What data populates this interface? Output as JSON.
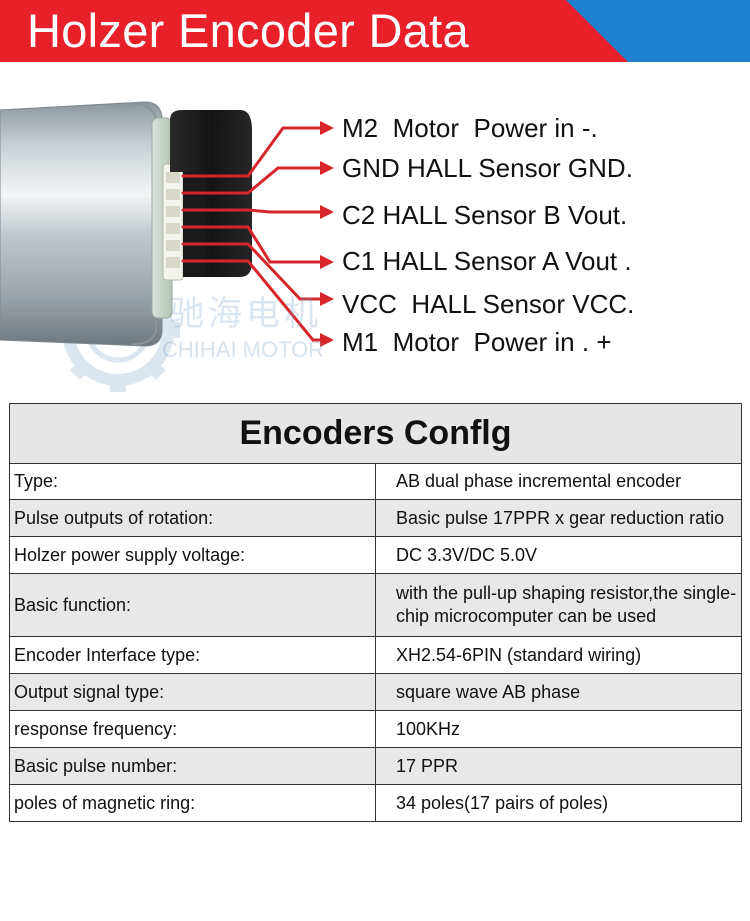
{
  "banner": {
    "title": "Holzer Encoder Data",
    "colors": {
      "red": "#e8202a",
      "blue": "#1e7fd1"
    }
  },
  "pins": [
    {
      "code": "M2",
      "desc": "Motor  Power in -."
    },
    {
      "code": "GND",
      "desc": "HALL Sensor GND."
    },
    {
      "code": "C2",
      "desc": "HALL Sensor B Vout."
    },
    {
      "code": "C1",
      "desc": "HALL Sensor A Vout ."
    },
    {
      "code": "VCC",
      "desc": "HALL Sensor VCC."
    },
    {
      "code": "M1",
      "desc": "Motor  Power in . +"
    }
  ],
  "wire_color": "#d7262b",
  "watermark": {
    "cn": "驰海电机",
    "en": "CHIHAI MOTOR"
  },
  "table": {
    "title": "Encoders Conflg",
    "rows": [
      {
        "key": "Type:",
        "value": "AB dual phase incremental encoder"
      },
      {
        "key": "Pulse outputs of rotation:",
        "value": "Basic pulse 17PPR x gear reduction ratio"
      },
      {
        "key": "Holzer power supply voltage:",
        "value": "DC 3.3V/DC 5.0V"
      },
      {
        "key": "Basic function:",
        "value": "with the pull-up shaping resistor,the single-chip microcomputer can be used"
      },
      {
        "key": "Encoder Interface type:",
        "value": "XH2.54-6PIN (standard  wiring)"
      },
      {
        "key": "Output signal type:",
        "value": "square wave AB phase"
      },
      {
        "key": "response frequency:",
        "value": "100KHz"
      },
      {
        "key": "Basic pulse number:",
        "value": "17 PPR"
      },
      {
        "key": "poles of magnetic ring:",
        "value": "34 poles(17 pairs of poles)"
      }
    ]
  }
}
